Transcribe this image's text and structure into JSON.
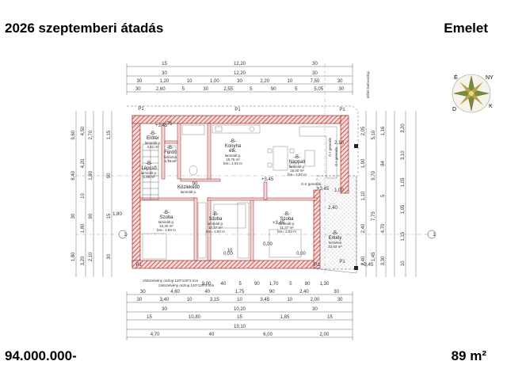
{
  "header": {
    "title": "2026 szeptemberi átadás",
    "floor": "Emelet"
  },
  "footer": {
    "price": "94.000.000-",
    "area": "89 m²"
  },
  "compass": {
    "letters": [
      "É",
      "K",
      "D",
      "NY"
    ]
  },
  "plan": {
    "rooms": [
      {
        "name": "-B-\nElőtér",
        "sub": "laminált p.\n4,61 m²"
      },
      {
        "name": "-B-\nFürdő",
        "sub": "kerámia\n5,70 m²"
      },
      {
        "name": "-B-\nKonyha\nétk.",
        "sub": "laminált p.\n15,75 m²\nbm= 2,93 m"
      },
      {
        "name": "-B-\nNappali",
        "sub": "laminált p.\n18,00 m²\nbm= 2,93 m"
      },
      {
        "name": "-B-\nLépcső",
        "sub": "laminált p.\n5,98 m²"
      },
      {
        "name": "Közlekedő",
        "sub": "laminált p."
      },
      {
        "name": "-B-\nSzoba",
        "sub": "laminált p.\n10,30 m²\nbm= 2,93 m"
      },
      {
        "name": "-B-\nSzoba",
        "sub": "laminált p.\n10,27 m²\nbm= 2,93 m"
      },
      {
        "name": "-B-\nSzoba",
        "sub": "laminált p.\n11,37 m²\nbm= 2,93 m"
      },
      {
        "name": "-B-\nErkély",
        "sub": "kerámia\n22,83 m²"
      }
    ],
    "top_dims": {
      "row1": [
        "15",
        "12,20",
        "30"
      ],
      "row2": [
        "30",
        "12,20",
        "30"
      ],
      "row3": [
        "30",
        "1,20",
        "10",
        "1,00",
        "30",
        "2,20",
        "10",
        "7,50",
        "30"
      ],
      "row4": [
        "30",
        "2,60",
        "5",
        "30",
        "2,55",
        "5",
        "90",
        "5",
        "5,05",
        "30"
      ]
    },
    "bottom_dims": {
      "row1": [
        "30",
        "4,60",
        "40",
        "1,75",
        "90",
        "2,40",
        "30"
      ],
      "row2": [
        "30",
        "3,40",
        "10",
        "3,15",
        "10",
        "3,45",
        "10",
        "2,00",
        "30"
      ],
      "row3": [
        "30",
        "10,20",
        "30"
      ],
      "row4": [
        "15",
        "10,80",
        "15",
        "1,85",
        "15"
      ],
      "row5": [
        "13,10"
      ],
      "row6": [
        "4,70",
        "40",
        "6,00",
        "2,00"
      ],
      "extra": [
        "9,00",
        "40",
        "5",
        "90",
        "1,70",
        "5",
        "80",
        "1,30"
      ]
    },
    "left_dims": [
      "9,60",
      "8,40",
      "30",
      "1,80",
      "4,50",
      "4,20",
      "10",
      "1,80",
      "3,20",
      "2,70",
      "1,80",
      "90",
      "2,10",
      "1,15",
      "90",
      "15",
      "30"
    ],
    "right_dims": [
      "2,05",
      "1,90",
      "1,10",
      "2,40",
      "2,40",
      "5,10",
      "9,70",
      "7,75",
      "1,45",
      "1,16",
      "84",
      "5",
      "4,70",
      "3,30",
      "3,20",
      "3,10",
      "1,05",
      "1,05",
      "1,15",
      "10"
    ],
    "level_marks": [
      "+3,45",
      "+3,45",
      "+3,45",
      "+3,45",
      "+3,45"
    ],
    "markers": [
      "P1",
      "P1",
      "P1",
      "P1",
      "P1",
      "P1",
      "1",
      "1"
    ],
    "notes": [
      "zártszelvény oszlop 120*120*3 mm",
      "zártszelvény oszlop 120*120*3 mm",
      "előlét tartóoszlop",
      "G-I gerenda",
      "G-II gerenda",
      "G-I gerenda"
    ],
    "misc_dims": [
      "0,00",
      "0,00",
      "0,00",
      "2,40",
      "1,80",
      "1,00",
      "90",
      "75",
      "10",
      "2,10"
    ]
  }
}
